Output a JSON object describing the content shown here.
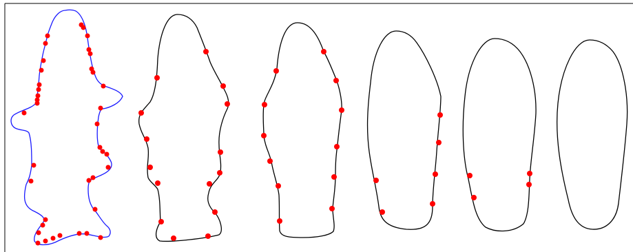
{
  "figure": {
    "description_free": true,
    "stages": [
      {
        "name": "stage-1-blue-contour",
        "contour_color": "#1a1aff",
        "marker_color": "#ff0000",
        "marker_count": 38
      },
      {
        "name": "stage-2",
        "contour_color": "#000000",
        "marker_color": "#ff0000",
        "marker_count": 16
      },
      {
        "name": "stage-3",
        "contour_color": "#000000",
        "marker_color": "#ff0000",
        "marker_count": 14
      },
      {
        "name": "stage-4",
        "contour_color": "#000000",
        "marker_color": "#ff0000",
        "marker_count": 7
      },
      {
        "name": "stage-5",
        "contour_color": "#000000",
        "marker_color": "#ff0000",
        "marker_count": 4
      },
      {
        "name": "stage-6",
        "contour_color": "#000000",
        "marker_color": "#ff0000",
        "marker_count": 0
      }
    ]
  }
}
